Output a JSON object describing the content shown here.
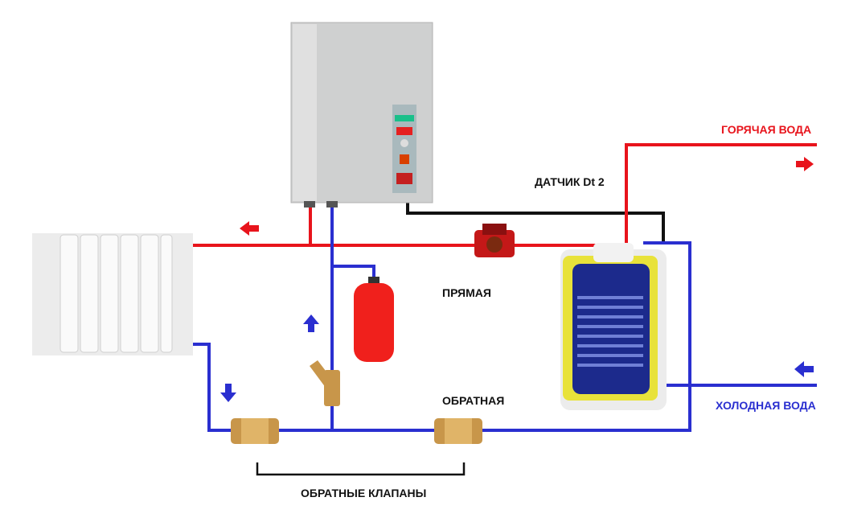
{
  "labels": {
    "hot_water": "ГОРЯЧАЯ ВОДА",
    "sensor": "ДАТЧИК Dt 2",
    "supply": "ПРЯМАЯ",
    "return": "ОБРАТНАЯ",
    "cold_water": "ХОЛОДНАЯ ВОДА",
    "check_valves": "ОБРАТНЫЕ КЛАПАНЫ"
  },
  "colors": {
    "hot_pipe": "#e8141c",
    "cold_pipe": "#2a2fd0",
    "sensor_wire": "#111111",
    "hot_label": "#e8141c",
    "cold_label": "#2a2fd0",
    "tank_insulation": "#e8e23a",
    "tank_inner": "#1c2a8c"
  },
  "components": [
    "electric-boiler",
    "radiator",
    "circulation-pump",
    "expansion-tank",
    "y-filter",
    "check-valve",
    "check-valve",
    "indirect-water-heater"
  ]
}
